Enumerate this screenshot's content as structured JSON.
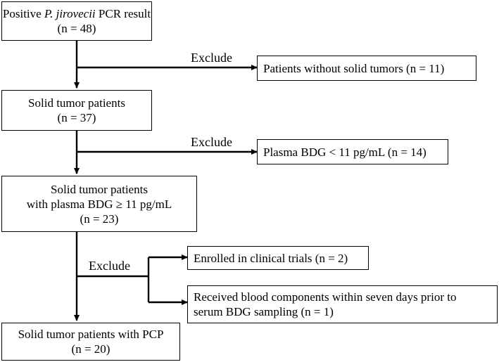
{
  "box_positive": {
    "line1_prefix": "Positive ",
    "line1_italic": "P. jirovecii",
    "line1_suffix": " PCR result",
    "line2": "(n = 48)"
  },
  "exclude_label_1": "Exclude",
  "box_no_solid_tumor": "Patients without solid tumors (n = 11)",
  "box_solid_tumor": {
    "line1": "Solid tumor patients",
    "line2": "(n = 37)"
  },
  "exclude_label_2": "Exclude",
  "box_plasma_low": "Plasma BDG < 11 pg/mL (n = 14)",
  "box_plasma_high": {
    "line1": "Solid tumor patients",
    "line2": "with plasma BDG ≥ 11 pg/mL",
    "line3": "(n = 23)"
  },
  "exclude_label_3": "Exclude",
  "box_clinical_trials": "Enrolled in clinical trials (n = 2)",
  "box_blood_components": {
    "line1": "Received blood components within seven days prior to",
    "line2": "serum BDG sampling  (n = 1)"
  },
  "box_pcp": {
    "line1": "Solid tumor patients with PCP",
    "line2": "(n = 20)"
  }
}
